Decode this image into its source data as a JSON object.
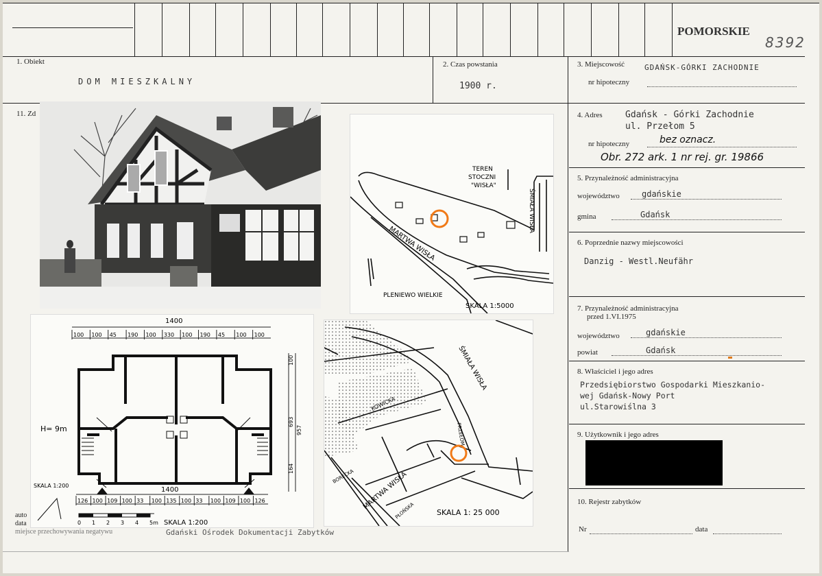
{
  "header": {
    "region": "POMORSKIE",
    "archive_number": "8392"
  },
  "field1": {
    "label": "1. Obiekt",
    "value": "DOM  MIESZKALNY"
  },
  "field2": {
    "label": "2. Czas powstania",
    "value": "1900 r."
  },
  "field3": {
    "label": "3. Miejscowość",
    "value": "GDAŃSK-GÓRKI ZACHODNIE",
    "mortgage_label": "nr hipoteczny"
  },
  "field11": {
    "label_fragment": "11. Zd"
  },
  "field4": {
    "label": "4. Adres",
    "line1": "Gdańsk - Górki Zachodnie",
    "line2": "ul. Przełom 5",
    "mortgage_label": "nr hipoteczny",
    "mortgage_value": "bez oznacz.",
    "registry": "Obr. 272 ark. 1  nr rej. gr. 19866"
  },
  "field5": {
    "label": "5. Przynależność administracyjna",
    "voivodeship_label": "województwo",
    "voivodeship_value": "gdańskie",
    "commune_label": "gmina",
    "commune_value": "Gdańsk"
  },
  "field6": {
    "label": "6. Poprzednie nazwy miejscowości",
    "value": "Danzig - Westl.Neufähr"
  },
  "field7": {
    "label_line1": "7. Przynależność administracyjna",
    "label_line2": "przed 1.VI.1975",
    "voivodeship_label": "województwo",
    "voivodeship_value": "gdańskie",
    "county_label": "powiat",
    "county_value": "Gdańsk"
  },
  "field8": {
    "label": "8. Właściciel i jego adres",
    "line1": "Przedsiębiorstwo Gospodarki Mieszkanio-",
    "line2": "wej Gdańsk-Nowy Port",
    "line3": "ul.Starowiślna 3"
  },
  "field9": {
    "label": "9. Użytkownik i jego adres"
  },
  "field10": {
    "label": "10. Rejestr zabytków",
    "nr_label": "Nr",
    "date_label": "data"
  },
  "footer": {
    "author_fragment": "auto",
    "date_fragment": "data",
    "location_fragment": "miejsce przechowywania negatywu",
    "location_value": "Gdański Ośrodek Dokumentacji Zabytków"
  },
  "map_top": {
    "label_teren1": "TEREN",
    "label_teren2": "STOCZNI",
    "label_teren3": "\"WISŁA\"",
    "label_martwa": "MARTWA  WISŁA",
    "label_smiala": "ŚMIAŁA  WISŁA",
    "label_pleniewo": "PLENIEWO WIELKIE",
    "scale": "SKALA 1:5000"
  },
  "map_bottom": {
    "label_smiala": "ŚMIAŁA  WISŁA",
    "label_kowicka": "KOWICKA",
    "label_martwa": "MARTWA  WISŁA",
    "label_przelom": "PRZEŁOM",
    "label_borecka": "BORECKA",
    "label_plonska": "PŁOŃSKA",
    "scale": "SKALA 1: 25 000"
  },
  "plan": {
    "total_width": "1400",
    "top_dims": [
      "100",
      "100",
      "45",
      "190",
      "100",
      "330",
      "100",
      "190",
      "45",
      "100",
      "100"
    ],
    "bottom_dims": [
      "126",
      "100",
      "109",
      "100",
      "33",
      "100",
      "135",
      "100",
      "33",
      "100",
      "109",
      "100",
      "126"
    ],
    "right_dims": [
      "100",
      "693",
      "164"
    ],
    "right_total": "957",
    "height": "H= 9m",
    "scale_left": "SKALA 1:200",
    "scale_bottom": "SKALA 1:200",
    "scalebar_ticks": [
      "0",
      "1",
      "2",
      "3",
      "4",
      "5m"
    ]
  }
}
